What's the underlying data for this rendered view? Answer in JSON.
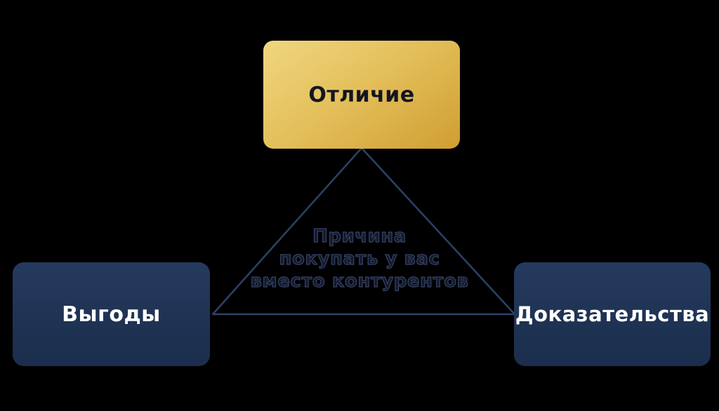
{
  "diagram": {
    "background_color": "#000000",
    "triangle": {
      "color": "#2c4268"
    },
    "nodes": {
      "top": {
        "label": "Отличие",
        "fill_top": "#f0d680",
        "fill_bottom": "#d09e32",
        "text_color": "#13161f"
      },
      "left": {
        "label": "Выгоды",
        "fill": "#1e3354",
        "text_color": "#ffffff"
      },
      "right": {
        "label": "Доказательства",
        "fill": "#1e3354",
        "text_color": "#ffffff"
      }
    },
    "center_caption": {
      "lines": {
        "0": "Причина",
        "1": "покупать у вас",
        "2": "вместо контурентов"
      },
      "color": "#2e3a55"
    }
  }
}
